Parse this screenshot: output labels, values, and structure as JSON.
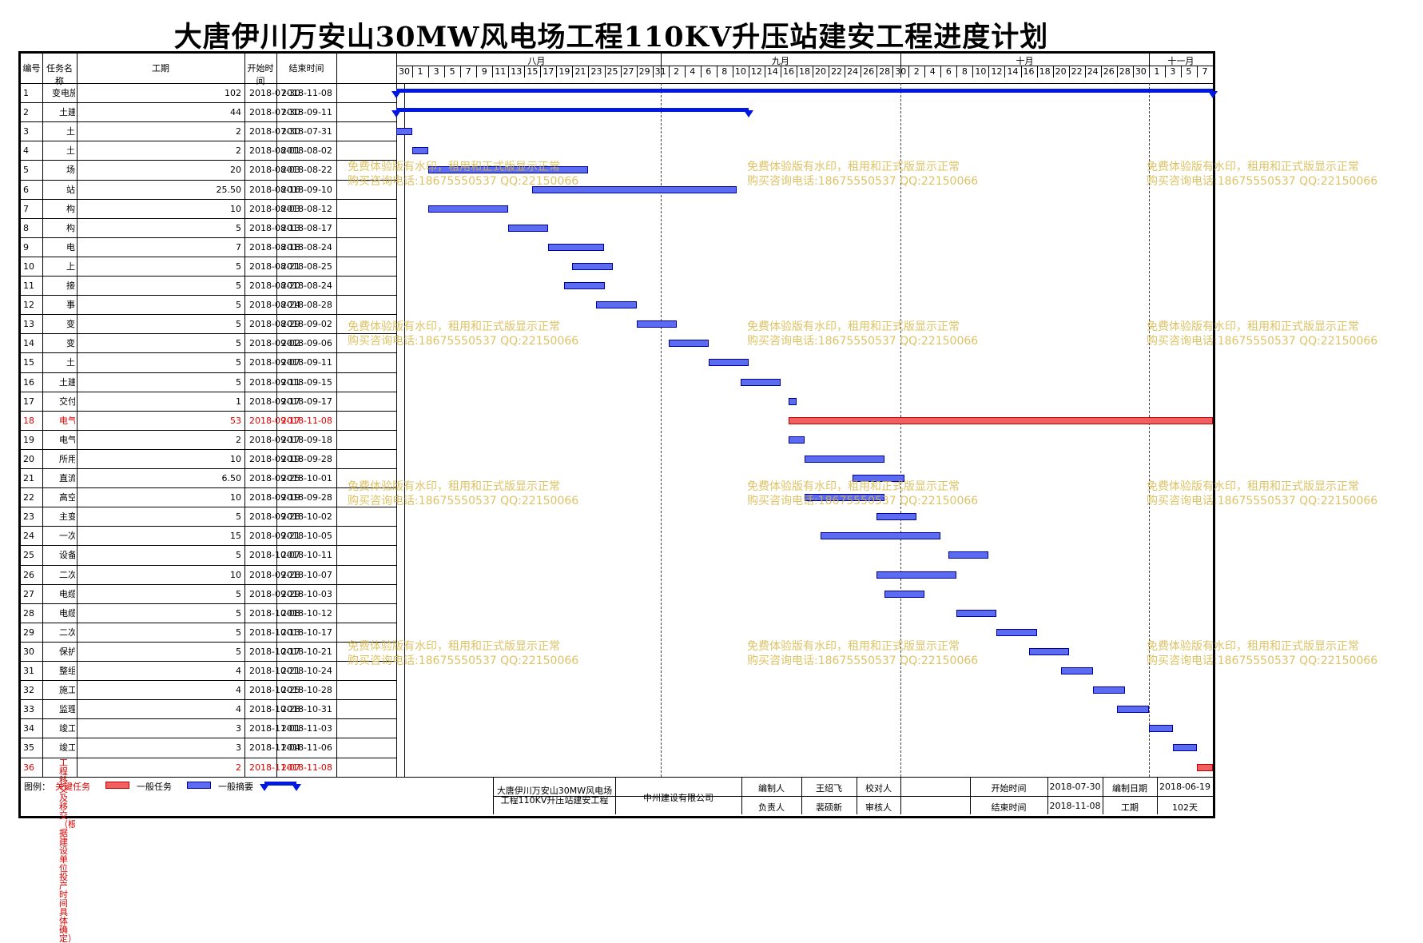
{
  "title": "大唐伊川万安山30MW风电场工程110KV升压站建安工程进度计划",
  "headers": {
    "id": "编号",
    "name": "任务名称",
    "dur": "工期",
    "start": "开始时间",
    "end": "结束时间"
  },
  "months": [
    {
      "label": "八月",
      "from": 2,
      "to": 33
    },
    {
      "label": "九月",
      "from": 33,
      "to": 63
    },
    {
      "label": "十月",
      "from": 63,
      "to": 94
    },
    {
      "label": "十一月",
      "from": 94,
      "to": 102
    }
  ],
  "days": [
    "30",
    "1",
    "3",
    "5",
    "7",
    "9",
    "11",
    "13",
    "15",
    "17",
    "19",
    "21",
    "23",
    "25",
    "27",
    "29",
    "31",
    "2",
    "4",
    "6",
    "8",
    "10",
    "12",
    "14",
    "16",
    "18",
    "20",
    "22",
    "24",
    "26",
    "28",
    "30",
    "2",
    "4",
    "6",
    "8",
    "10",
    "12",
    "14",
    "16",
    "18",
    "20",
    "22",
    "24",
    "26",
    "28",
    "30",
    "1",
    "3",
    "5",
    "7"
  ],
  "tasks": [
    {
      "id": "1",
      "name": "变电施工进度计划",
      "indent": 0,
      "dur": "102",
      "start": "2018-07-30",
      "end": "2018-11-08",
      "type": "summary",
      "s": 0,
      "e": 102
    },
    {
      "id": "2",
      "name": "土建施工进度计划",
      "indent": 1,
      "dur": "44",
      "start": "2018-07-30",
      "end": "2018-09-11",
      "type": "summary",
      "s": 0,
      "e": 44
    },
    {
      "id": "3",
      "name": "土建施工图会审",
      "indent": 2,
      "dur": "2",
      "start": "2018-07-30",
      "end": "2018-07-31",
      "type": "normal",
      "s": 0,
      "e": 2
    },
    {
      "id": "4",
      "name": "土建工程开工条件审查",
      "indent": 2,
      "dur": "2",
      "start": "2018-08-01",
      "end": "2018-08-02",
      "type": "normal",
      "s": 2,
      "e": 4
    },
    {
      "id": "5",
      "name": "场地平整",
      "indent": 2,
      "dur": "20",
      "start": "2018-08-03",
      "end": "2018-08-22",
      "type": "normal",
      "s": 4,
      "e": 24
    },
    {
      "id": "6",
      "name": "站内主控室、附属楼、辅助楼建筑物",
      "indent": 2,
      "dur": "25.50",
      "start": "2018-08-16",
      "end": "2018-09-10",
      "type": "normal",
      "s": 17,
      "e": 42.5
    },
    {
      "id": "7",
      "name": "构支架及设备基础",
      "indent": 2,
      "dur": "10",
      "start": "2018-08-03",
      "end": "2018-08-12",
      "type": "normal",
      "s": 4,
      "e": 14
    },
    {
      "id": "8",
      "name": "构支架吊装",
      "indent": 2,
      "dur": "5",
      "start": "2018-08-13",
      "end": "2018-08-17",
      "type": "normal",
      "s": 14,
      "e": 19
    },
    {
      "id": "9",
      "name": "电缆沟施工",
      "indent": 2,
      "dur": "7",
      "start": "2018-08-18",
      "end": "2018-08-24",
      "type": "normal",
      "s": 19,
      "e": 26
    },
    {
      "id": "10",
      "name": "上下水施工及道路施工",
      "indent": 2,
      "dur": "5",
      "start": "2018-08-21",
      "end": "2018-08-25",
      "type": "normal",
      "s": 22,
      "e": 27
    },
    {
      "id": "11",
      "name": "接地施工",
      "indent": 2,
      "dur": "5",
      "start": "2018-08-20",
      "end": "2018-08-24",
      "type": "normal",
      "s": 21,
      "e": 26
    },
    {
      "id": "12",
      "name": "事故油池",
      "indent": 2,
      "dur": "5",
      "start": "2018-08-24",
      "end": "2018-08-28",
      "type": "normal",
      "s": 25,
      "e": 30
    },
    {
      "id": "13",
      "name": "变电站场区围墙",
      "indent": 2,
      "dur": "5",
      "start": "2018-08-29",
      "end": "2018-09-02",
      "type": "normal",
      "s": 30,
      "e": 35
    },
    {
      "id": "14",
      "name": "变电站场区地面及大门施工",
      "indent": 2,
      "dur": "5",
      "start": "2018-09-02",
      "end": "2018-09-06",
      "type": "normal",
      "s": 34,
      "e": 39
    },
    {
      "id": "15",
      "name": "土建收尾工作",
      "indent": 2,
      "dur": "5",
      "start": "2018-09-07",
      "end": "2018-09-11",
      "type": "normal",
      "s": 39,
      "e": 44
    },
    {
      "id": "16",
      "name": "土建验收",
      "indent": 1,
      "dur": "5",
      "start": "2018-09-11",
      "end": "2018-09-15",
      "type": "normal",
      "s": 43,
      "e": 48
    },
    {
      "id": "17",
      "name": "交付电气安装",
      "indent": 1,
      "dur": "1",
      "start": "2018-09-17",
      "end": "2018-09-17",
      "type": "normal",
      "s": 49,
      "e": 50
    },
    {
      "id": "18",
      "name": "电气施工进度计划",
      "indent": 1,
      "dur": "53",
      "start": "2018-09-17",
      "end": "2018-11-08",
      "type": "crit",
      "s": 49,
      "e": 102
    },
    {
      "id": "19",
      "name": "电气安装开工条件及施工图纸会审",
      "indent": 1,
      "dur": "2",
      "start": "2018-09-17",
      "end": "2018-09-18",
      "type": "normal",
      "s": 49,
      "e": 51
    },
    {
      "id": "20",
      "name": "所用电屏柜安装及调试",
      "indent": 1,
      "dur": "10",
      "start": "2018-09-19",
      "end": "2018-09-28",
      "type": "normal",
      "s": 51,
      "e": 61
    },
    {
      "id": "21",
      "name": "直流系统屏柜安装及调",
      "indent": 1,
      "dur": "6.50",
      "start": "2018-09-25",
      "end": "2018-10-01",
      "type": "normal",
      "s": 57,
      "e": 63.5
    },
    {
      "id": "22",
      "name": "高空跨线及母线安装",
      "indent": 1,
      "dur": "10",
      "start": "2018-09-19",
      "end": "2018-09-28",
      "type": "normal",
      "s": 51,
      "e": 61
    },
    {
      "id": "23",
      "name": "主变压器安装",
      "indent": 1,
      "dur": "5",
      "start": "2018-09-28",
      "end": "2018-10-02",
      "type": "normal",
      "s": 60,
      "e": 65
    },
    {
      "id": "24",
      "name": "一次设备安装及调",
      "indent": 1,
      "dur": "15",
      "start": "2018-09-21",
      "end": "2018-10-05",
      "type": "normal",
      "s": 53,
      "e": 68
    },
    {
      "id": "25",
      "name": "设备连线及引下线安装",
      "indent": 1,
      "dur": "5",
      "start": "2018-10-07",
      "end": "2018-10-11",
      "type": "normal",
      "s": 69,
      "e": 74
    },
    {
      "id": "26",
      "name": "二次设备安装",
      "indent": 1,
      "dur": "10",
      "start": "2018-09-28",
      "end": "2018-10-07",
      "type": "normal",
      "s": 60,
      "e": 70
    },
    {
      "id": "27",
      "name": "电缆支架焊接",
      "indent": 1,
      "dur": "5",
      "start": "2018-09-29",
      "end": "2018-10-03",
      "type": "normal",
      "s": 61,
      "e": 66
    },
    {
      "id": "28",
      "name": "电缆敷设及二次接线",
      "indent": 1,
      "dur": "5",
      "start": "2018-10-08",
      "end": "2018-10-12",
      "type": "normal",
      "s": 70,
      "e": 75
    },
    {
      "id": "29",
      "name": "二次接线校验",
      "indent": 1,
      "dur": "5",
      "start": "2018-10-13",
      "end": "2018-10-17",
      "type": "normal",
      "s": 75,
      "e": 80
    },
    {
      "id": "30",
      "name": "保护校验",
      "indent": 1,
      "dur": "5",
      "start": "2018-10-17",
      "end": "2018-10-21",
      "type": "normal",
      "s": 79,
      "e": 84
    },
    {
      "id": "31",
      "name": "整组传动试验及系统实验",
      "indent": 1,
      "dur": "4",
      "start": "2018-10-21",
      "end": "2018-10-24",
      "type": "normal",
      "s": 83,
      "e": 87
    },
    {
      "id": "32",
      "name": "施工自检及消缺",
      "indent": 1,
      "dur": "4",
      "start": "2018-10-25",
      "end": "2018-10-28",
      "type": "normal",
      "s": 87,
      "e": 91
    },
    {
      "id": "33",
      "name": "监理预验收及消缺",
      "indent": 1,
      "dur": "4",
      "start": "2018-10-28",
      "end": "2018-10-31",
      "type": "normal",
      "s": 90,
      "e": 94
    },
    {
      "id": "34",
      "name": "竣工验收",
      "indent": 1,
      "dur": "3",
      "start": "2018-11-01",
      "end": "2018-11-03",
      "type": "normal",
      "s": 94,
      "e": 97
    },
    {
      "id": "35",
      "name": "竣工验收消缺、复检完成时间",
      "indent": 1,
      "dur": "3",
      "start": "2018-11-04",
      "end": "2018-11-06",
      "type": "normal",
      "s": 97,
      "e": 100
    },
    {
      "id": "36",
      "name": "工程移交及移交（根据建设单位投产时间具体确定）",
      "indent": 1,
      "dur": "2",
      "start": "2018-11-07",
      "end": "2018-11-08",
      "type": "crit",
      "s": 100,
      "e": 102,
      "red": true
    }
  ],
  "watermark": {
    "line1": "免费体验版有水印，租用和正式版显示正常",
    "line2": "购买咨询电话:18675550537 QQ:22150066"
  },
  "legend": {
    "label": "图例：",
    "crit": "关键任务",
    "normal": "一般任务",
    "summary": "一般摘要"
  },
  "footer": {
    "project": "大唐伊川万安山30MW风电场工程110KV升压站建安工程",
    "company": "中州建设有限公司",
    "editor_label": "编制人",
    "editor": "王绍飞",
    "reviewer_label": "校对人",
    "reviewer": "",
    "owner_label": "负责人",
    "owner": "裴硕新",
    "auditor_label": "审核人",
    "auditor": "",
    "start_label": "开始时间",
    "start": "2018-07-30",
    "end_label": "结束时间",
    "end": "2018-11-08",
    "date_label": "编制日期",
    "date": "2018-06-19",
    "dur_label": "工期",
    "dur": "102天"
  },
  "colors": {
    "normal": "#5c6cf0",
    "critical": "#f06060",
    "summary": "#0018e0",
    "watermark": "#d8b84a",
    "red_text": "#e00000"
  }
}
